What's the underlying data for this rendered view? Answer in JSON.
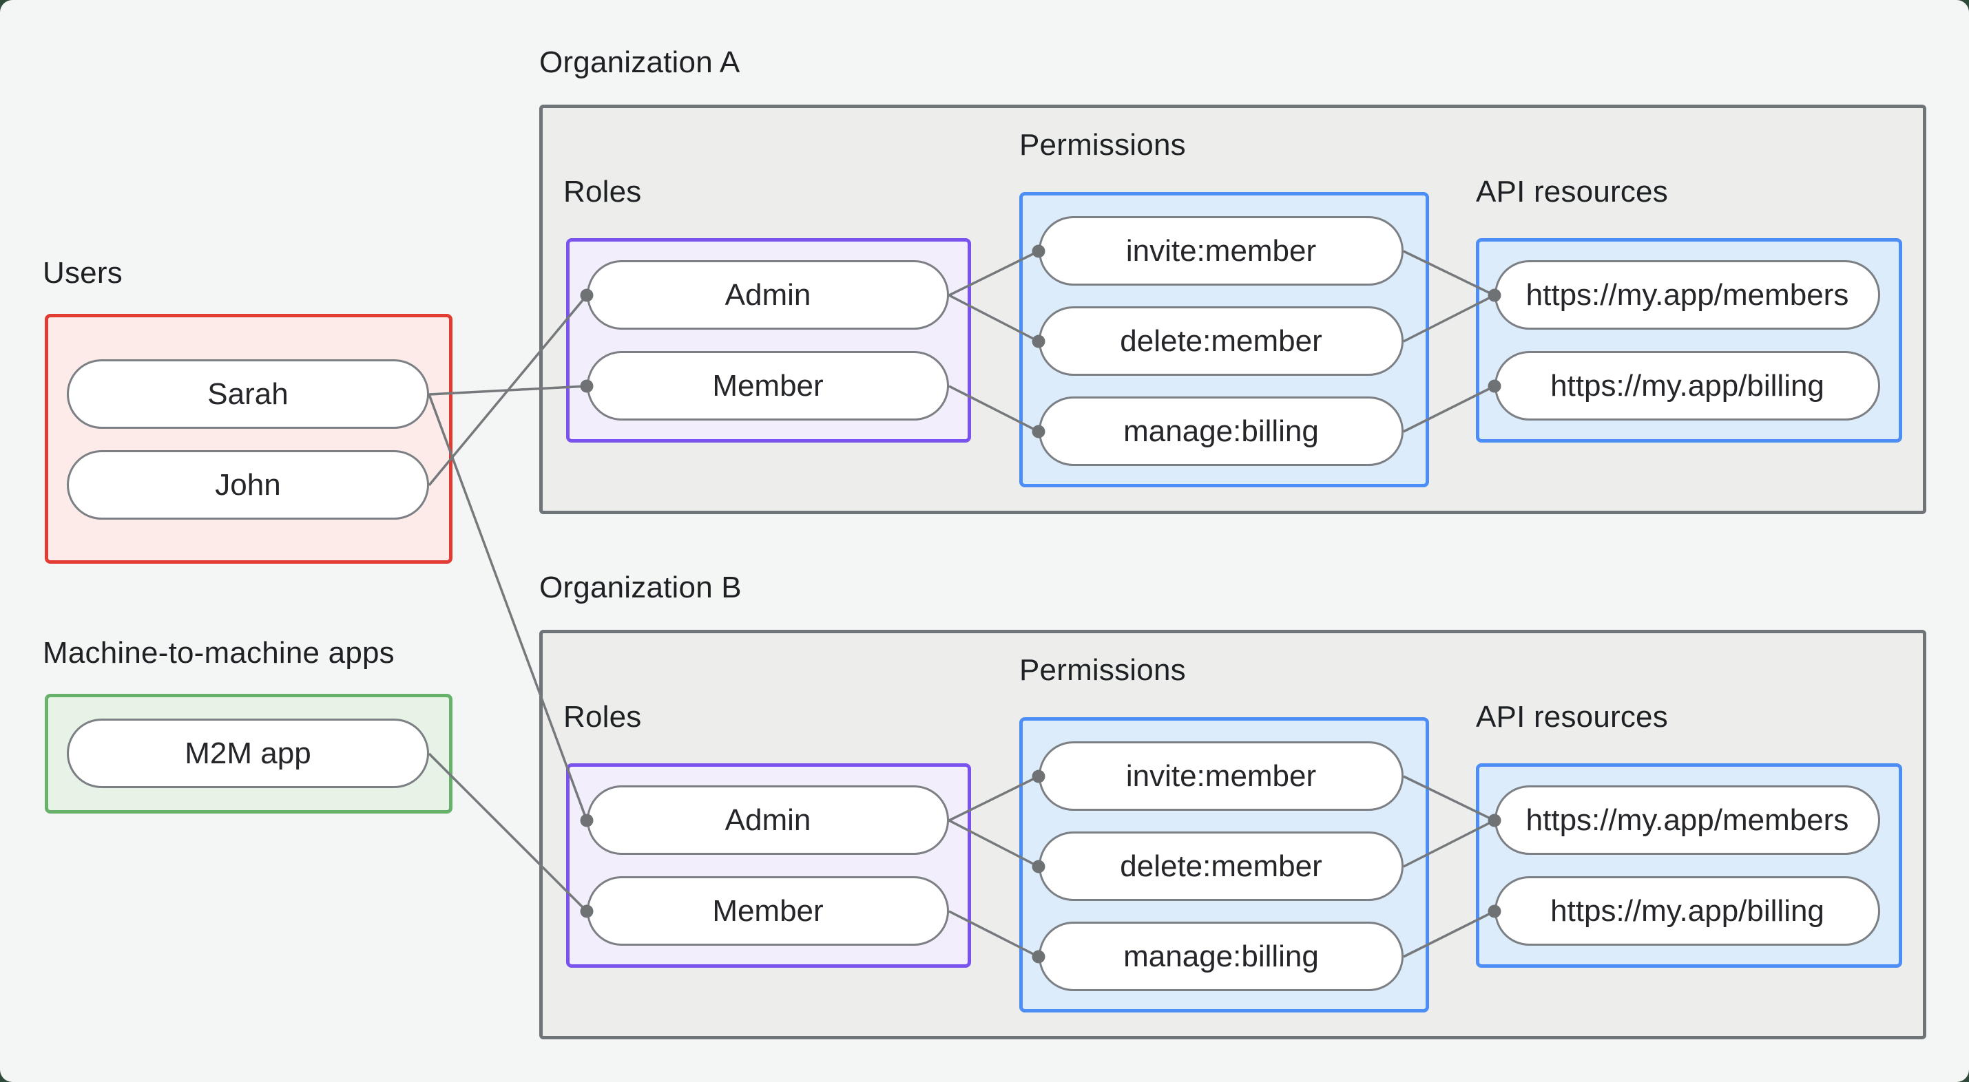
{
  "page": {
    "background": "#f4f6f5",
    "backdrop": "#2e4b39",
    "colors": {
      "users_border": "#e23b32",
      "users_fill": "#fcebe9",
      "m2m_border": "#67b16b",
      "m2m_fill": "#e6f3e6",
      "roles_border": "#7a52f0",
      "roles_fill": "#f3eefc",
      "blue_border": "#4d8df6",
      "blue_fill": "#dcecfb",
      "org_border": "#6f7478",
      "org_fill": "#ededec",
      "pill_border": "#7c8084",
      "pill_fill": "#ffffff",
      "edge_line": "#75797c",
      "connector_dot": "#6e7275",
      "text": "#1e2124"
    }
  },
  "users": {
    "label": "Users",
    "members": [
      {
        "name": "Sarah"
      },
      {
        "name": "John"
      }
    ]
  },
  "m2m": {
    "label": "Machine-to-machine apps",
    "apps": [
      {
        "name": "M2M app"
      }
    ]
  },
  "organizations": [
    {
      "title": "Organization A",
      "roles_label": "Roles",
      "roles": [
        {
          "name": "Admin"
        },
        {
          "name": "Member"
        }
      ],
      "permissions_label": "Permissions",
      "permissions": [
        {
          "name": "invite:member"
        },
        {
          "name": "delete:member"
        },
        {
          "name": "manage:billing"
        }
      ],
      "api_label": "API resources",
      "api_resources": [
        {
          "name": "https://my.app/members"
        },
        {
          "name": "https://my.app/billing"
        }
      ]
    },
    {
      "title": "Organization B",
      "roles_label": "Roles",
      "roles": [
        {
          "name": "Admin"
        },
        {
          "name": "Member"
        }
      ],
      "permissions_label": "Permissions",
      "permissions": [
        {
          "name": "invite:member"
        },
        {
          "name": "delete:member"
        },
        {
          "name": "manage:billing"
        }
      ],
      "api_label": "API resources",
      "api_resources": [
        {
          "name": "https://my.app/members"
        },
        {
          "name": "https://my.app/billing"
        }
      ]
    }
  ],
  "edges": [
    {
      "from": "Sarah",
      "to": "Organization A / Member role"
    },
    {
      "from": "John",
      "to": "Organization A / Admin role"
    },
    {
      "from": "Sarah",
      "to": "Organization B / Admin role"
    },
    {
      "from": "M2M app",
      "to": "Organization B / Member role"
    },
    {
      "from": "Organization A / Admin role",
      "to": "Organization A / invite:member"
    },
    {
      "from": "Organization A / Admin role",
      "to": "Organization A / delete:member"
    },
    {
      "from": "Organization A / Member role",
      "to": "Organization A / manage:billing"
    },
    {
      "from": "Organization A / invite:member",
      "to": "Organization A / https://my.app/members"
    },
    {
      "from": "Organization A / delete:member",
      "to": "Organization A / https://my.app/members"
    },
    {
      "from": "Organization A / manage:billing",
      "to": "Organization A / https://my.app/billing"
    },
    {
      "from": "Organization B / Admin role",
      "to": "Organization B / invite:member"
    },
    {
      "from": "Organization B / Admin role",
      "to": "Organization B / delete:member"
    },
    {
      "from": "Organization B / Member role",
      "to": "Organization B / manage:billing"
    },
    {
      "from": "Organization B / invite:member",
      "to": "Organization B / https://my.app/members"
    },
    {
      "from": "Organization B / delete:member",
      "to": "Organization B / https://my.app/members"
    },
    {
      "from": "Organization B / manage:billing",
      "to": "Organization B / https://my.app/billing"
    }
  ]
}
